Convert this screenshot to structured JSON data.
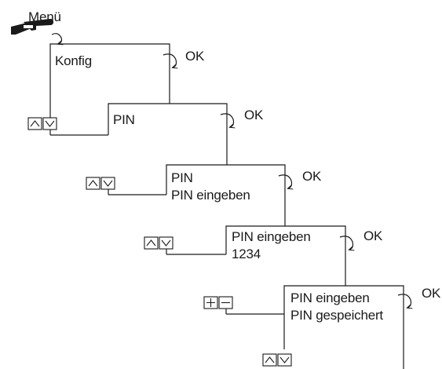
{
  "menu_label": "Menü",
  "ok_label": "OK",
  "screens": [
    {
      "lines": [
        "Konfig"
      ],
      "keys": "up-down"
    },
    {
      "lines": [
        "PIN"
      ],
      "keys": "up-down"
    },
    {
      "lines": [
        "PIN",
        "PIN eingeben"
      ],
      "keys": "up-down"
    },
    {
      "lines": [
        "PIN eingeben",
        "1234"
      ],
      "keys": "plus-minus"
    },
    {
      "lines": [
        "PIN eingeben",
        "PIN gespeichert"
      ],
      "keys": "up-down"
    }
  ],
  "colors": {
    "line": "#1a1a1a",
    "background": "#ffffff"
  }
}
